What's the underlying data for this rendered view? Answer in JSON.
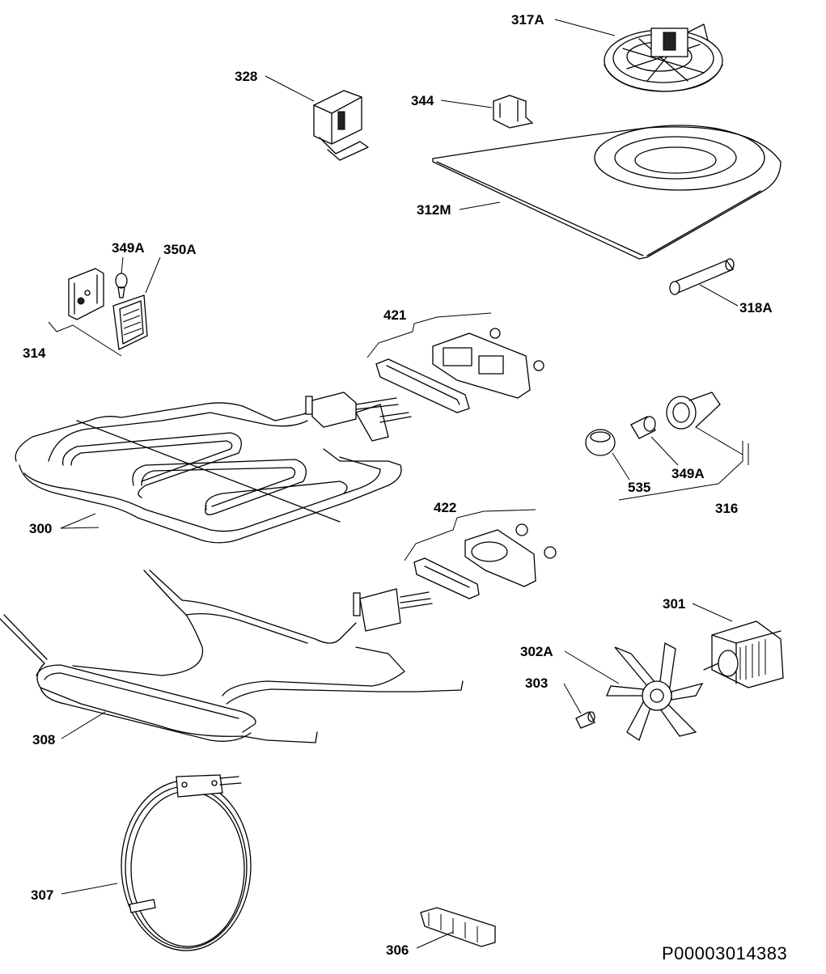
{
  "diagram": {
    "labels": {
      "p317A": "317A",
      "p328": "328",
      "p344": "344",
      "p312M": "312M",
      "p349A_top": "349A",
      "p350A": "350A",
      "p314": "314",
      "p318A": "318A",
      "p421": "421",
      "p535": "535",
      "p349A_lamp": "349A",
      "p316": "316",
      "p300": "300",
      "p422": "422",
      "p301": "301",
      "p302A": "302A",
      "p303": "303",
      "p308": "308",
      "p307": "307",
      "p306": "306"
    },
    "document_id": "P00003014383"
  }
}
